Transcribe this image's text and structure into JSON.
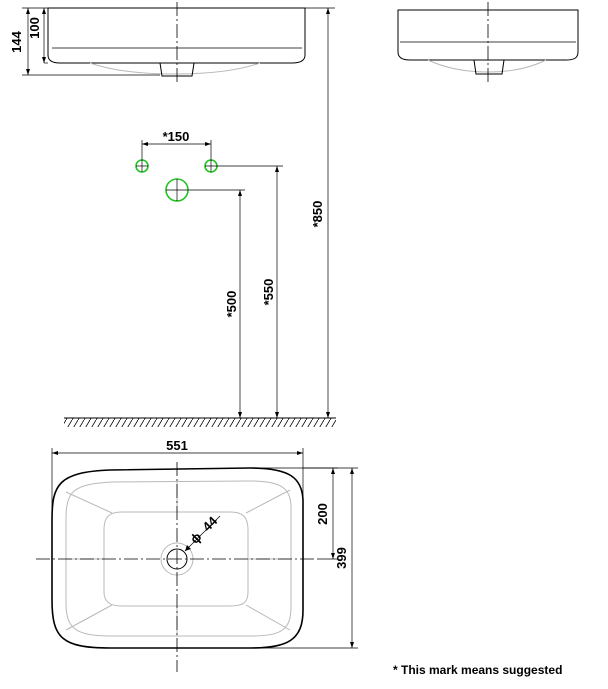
{
  "dimensions": {
    "bowl_height": "100",
    "total_height": "144",
    "tap_spacing": "*150",
    "mount_height": "*850",
    "waste_height": "*500",
    "tap_height": "*550",
    "width": "551",
    "depth": "399",
    "drain_offset": "200",
    "drain_diameter": "44",
    "diameter_symbol": "ϕ"
  },
  "note": "* This mark means suggested",
  "colors": {
    "line": "#000000",
    "hidden_edge": "#b9b9b9",
    "tap_hole": "#22c322"
  }
}
